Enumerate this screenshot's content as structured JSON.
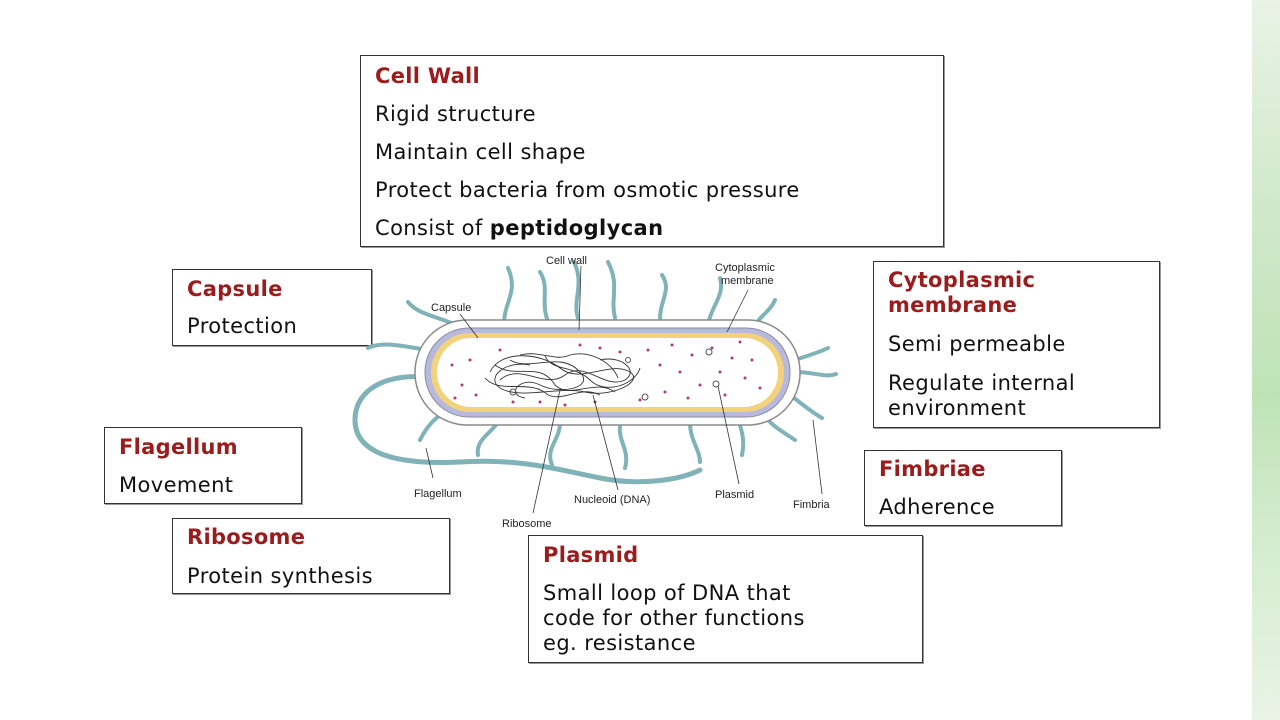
{
  "colors": {
    "title": "#9b1c1c",
    "cell_wall": "#b9b9dd",
    "membrane": "#f2d27a",
    "flagella": "#7fb3b8",
    "ribosome": "#b23a7a"
  },
  "boxes": {
    "cell_wall": {
      "title": "Cell Wall",
      "lines": [
        "Rigid structure",
        "Maintain cell shape",
        "Protect bacteria from osmotic pressure"
      ],
      "last_prefix": "Consist of ",
      "last_bold": "peptidoglycan"
    },
    "capsule": {
      "title": "Capsule",
      "lines": [
        "Protection"
      ]
    },
    "cytoplasmic": {
      "title_lines": [
        "Cytoplasmic",
        "membrane"
      ],
      "lines": [
        "Semi permeable",
        "Regulate internal",
        "environment"
      ]
    },
    "flagellum": {
      "title": "Flagellum",
      "lines": [
        "Movement"
      ]
    },
    "fimbriae": {
      "title": "Fimbriae",
      "lines": [
        "Adherence"
      ]
    },
    "ribosome": {
      "title": "Ribosome",
      "lines": [
        "Protein synthesis"
      ]
    },
    "plasmid": {
      "title": "Plasmid",
      "lines": [
        "Small loop of DNA that",
        "code for other functions",
        "eg. resistance"
      ]
    }
  },
  "diagram_labels": {
    "cell_wall": "Cell wall",
    "cytoplasmic_1": "Cytoplasmic",
    "cytoplasmic_2": "membrane",
    "capsule": "Capsule",
    "flagellum": "Flagellum",
    "ribosome": "Ribosome",
    "nucleoid": "Nucleoid (DNA)",
    "plasmid": "Plasmid",
    "fimbria": "Fimbria"
  }
}
